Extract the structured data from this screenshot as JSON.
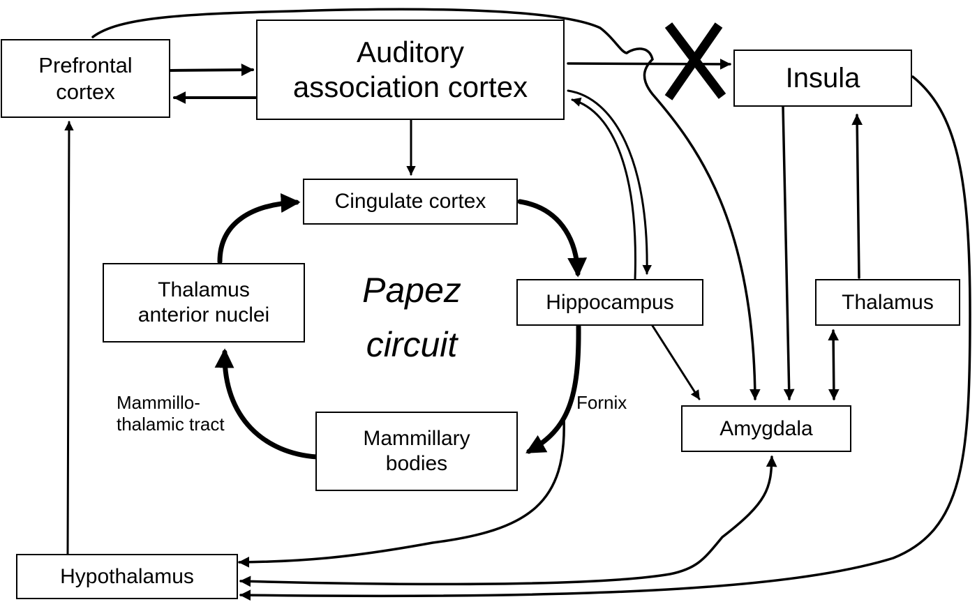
{
  "diagram": {
    "title": "Papez circuit",
    "title_lines": [
      "Papez",
      "circuit"
    ],
    "nodes": {
      "prefrontal": {
        "lines": [
          "Prefrontal",
          "cortex"
        ]
      },
      "auditory": {
        "lines": [
          "Auditory",
          "association cortex"
        ]
      },
      "insula": {
        "lines": [
          "Insula"
        ]
      },
      "cingulate": {
        "lines": [
          "Cingulate cortex"
        ]
      },
      "thalamus_anterior": {
        "lines": [
          "Thalamus",
          "anterior nuclei"
        ]
      },
      "hippocampus": {
        "lines": [
          "Hippocampus"
        ]
      },
      "thalamus": {
        "lines": [
          "Thalamus"
        ]
      },
      "amygdala": {
        "lines": [
          "Amygdala"
        ]
      },
      "mammillary": {
        "lines": [
          "Mammillary",
          "bodies"
        ]
      },
      "hypothalamus": {
        "lines": [
          "Hypothalamus"
        ]
      }
    },
    "edge_labels": {
      "fornix": "Fornix",
      "mammillothalamic": [
        "Mammillo-",
        "thalamic tract"
      ]
    },
    "edges": [
      {
        "from": "Prefrontal cortex",
        "to": "Auditory association cortex"
      },
      {
        "from": "Auditory association cortex",
        "to": "Prefrontal cortex"
      },
      {
        "from": "Auditory association cortex",
        "to": "Insula",
        "blocked": true,
        "blocked_symbol": "X"
      },
      {
        "from": "Auditory association cortex",
        "to": "Cingulate cortex"
      },
      {
        "from": "Auditory association cortex",
        "to": "Hippocampus"
      },
      {
        "from": "Hippocampus",
        "to": "Auditory association cortex"
      },
      {
        "from": "Prefrontal cortex",
        "to": "Amygdala"
      },
      {
        "from": "Cingulate cortex",
        "to": "Hippocampus",
        "papez": true
      },
      {
        "from": "Hippocampus",
        "to": "Mammillary bodies",
        "papez": true,
        "label": "Fornix"
      },
      {
        "from": "Mammillary bodies",
        "to": "Thalamus anterior nuclei",
        "papez": true,
        "label": "Mammillo-thalamic tract"
      },
      {
        "from": "Thalamus anterior nuclei",
        "to": "Cingulate cortex",
        "papez": true
      },
      {
        "from": "Hippocampus",
        "to": "Amygdala"
      },
      {
        "from": "Hippocampus",
        "to": "Hypothalamus"
      },
      {
        "from": "Insula",
        "to": "Amygdala"
      },
      {
        "from": "Thalamus",
        "to": "Insula"
      },
      {
        "from": "Thalamus",
        "to": "Amygdala",
        "bidirectional": true
      },
      {
        "from": "Hypothalamus",
        "to": "Prefrontal cortex"
      },
      {
        "from": "Hypothalamus",
        "to": "Amygdala",
        "bidirectional": true
      },
      {
        "from": "Insula",
        "to": "Hypothalamus"
      }
    ]
  }
}
